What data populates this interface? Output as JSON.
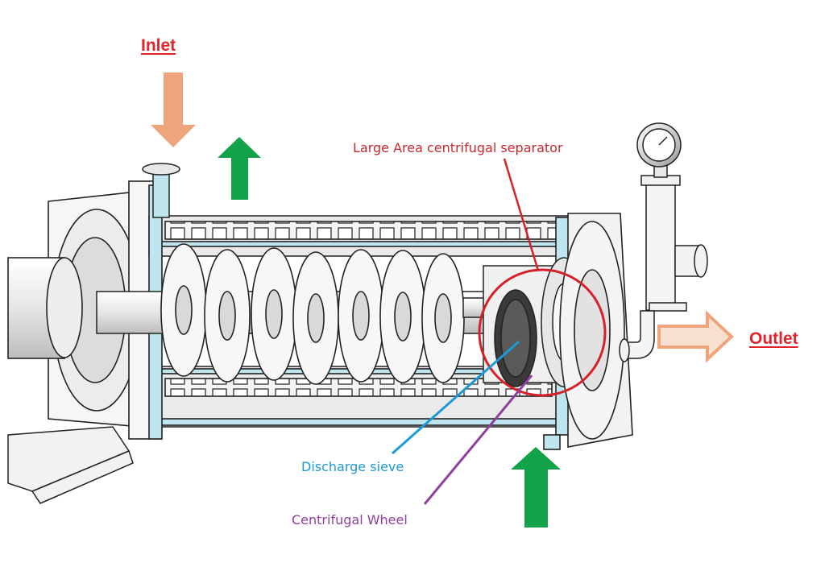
{
  "labels": {
    "inlet": "Inlet",
    "outlet": "Outlet",
    "separator": "Large Area centrifugal separator",
    "sieve": "Discharge sieve",
    "wheel": "Centrifugal Wheel"
  },
  "colors": {
    "inlet_label": "#e0242b",
    "outlet_label": "#e0242b",
    "separator_label": "#c8282d",
    "sieve_label": "#1d9ad6",
    "wheel_label": "#8e3fa0",
    "inlet_arrow": "#f0a47c",
    "outlet_arrow": "#f0a47c",
    "flow_arrow": "#12a34a",
    "separator_circle": "#d62128",
    "water_jacket": "#bfe6ee",
    "sieve_line": "#1d9ad6",
    "wheel_line": "#8e3fa0"
  },
  "icons": {
    "inlet_arrow": "down-arrow-icon",
    "outlet_arrow": "right-arrow-icon",
    "flow_arrows": "up-arrow-icon",
    "gauge": "pressure-gauge-icon"
  }
}
